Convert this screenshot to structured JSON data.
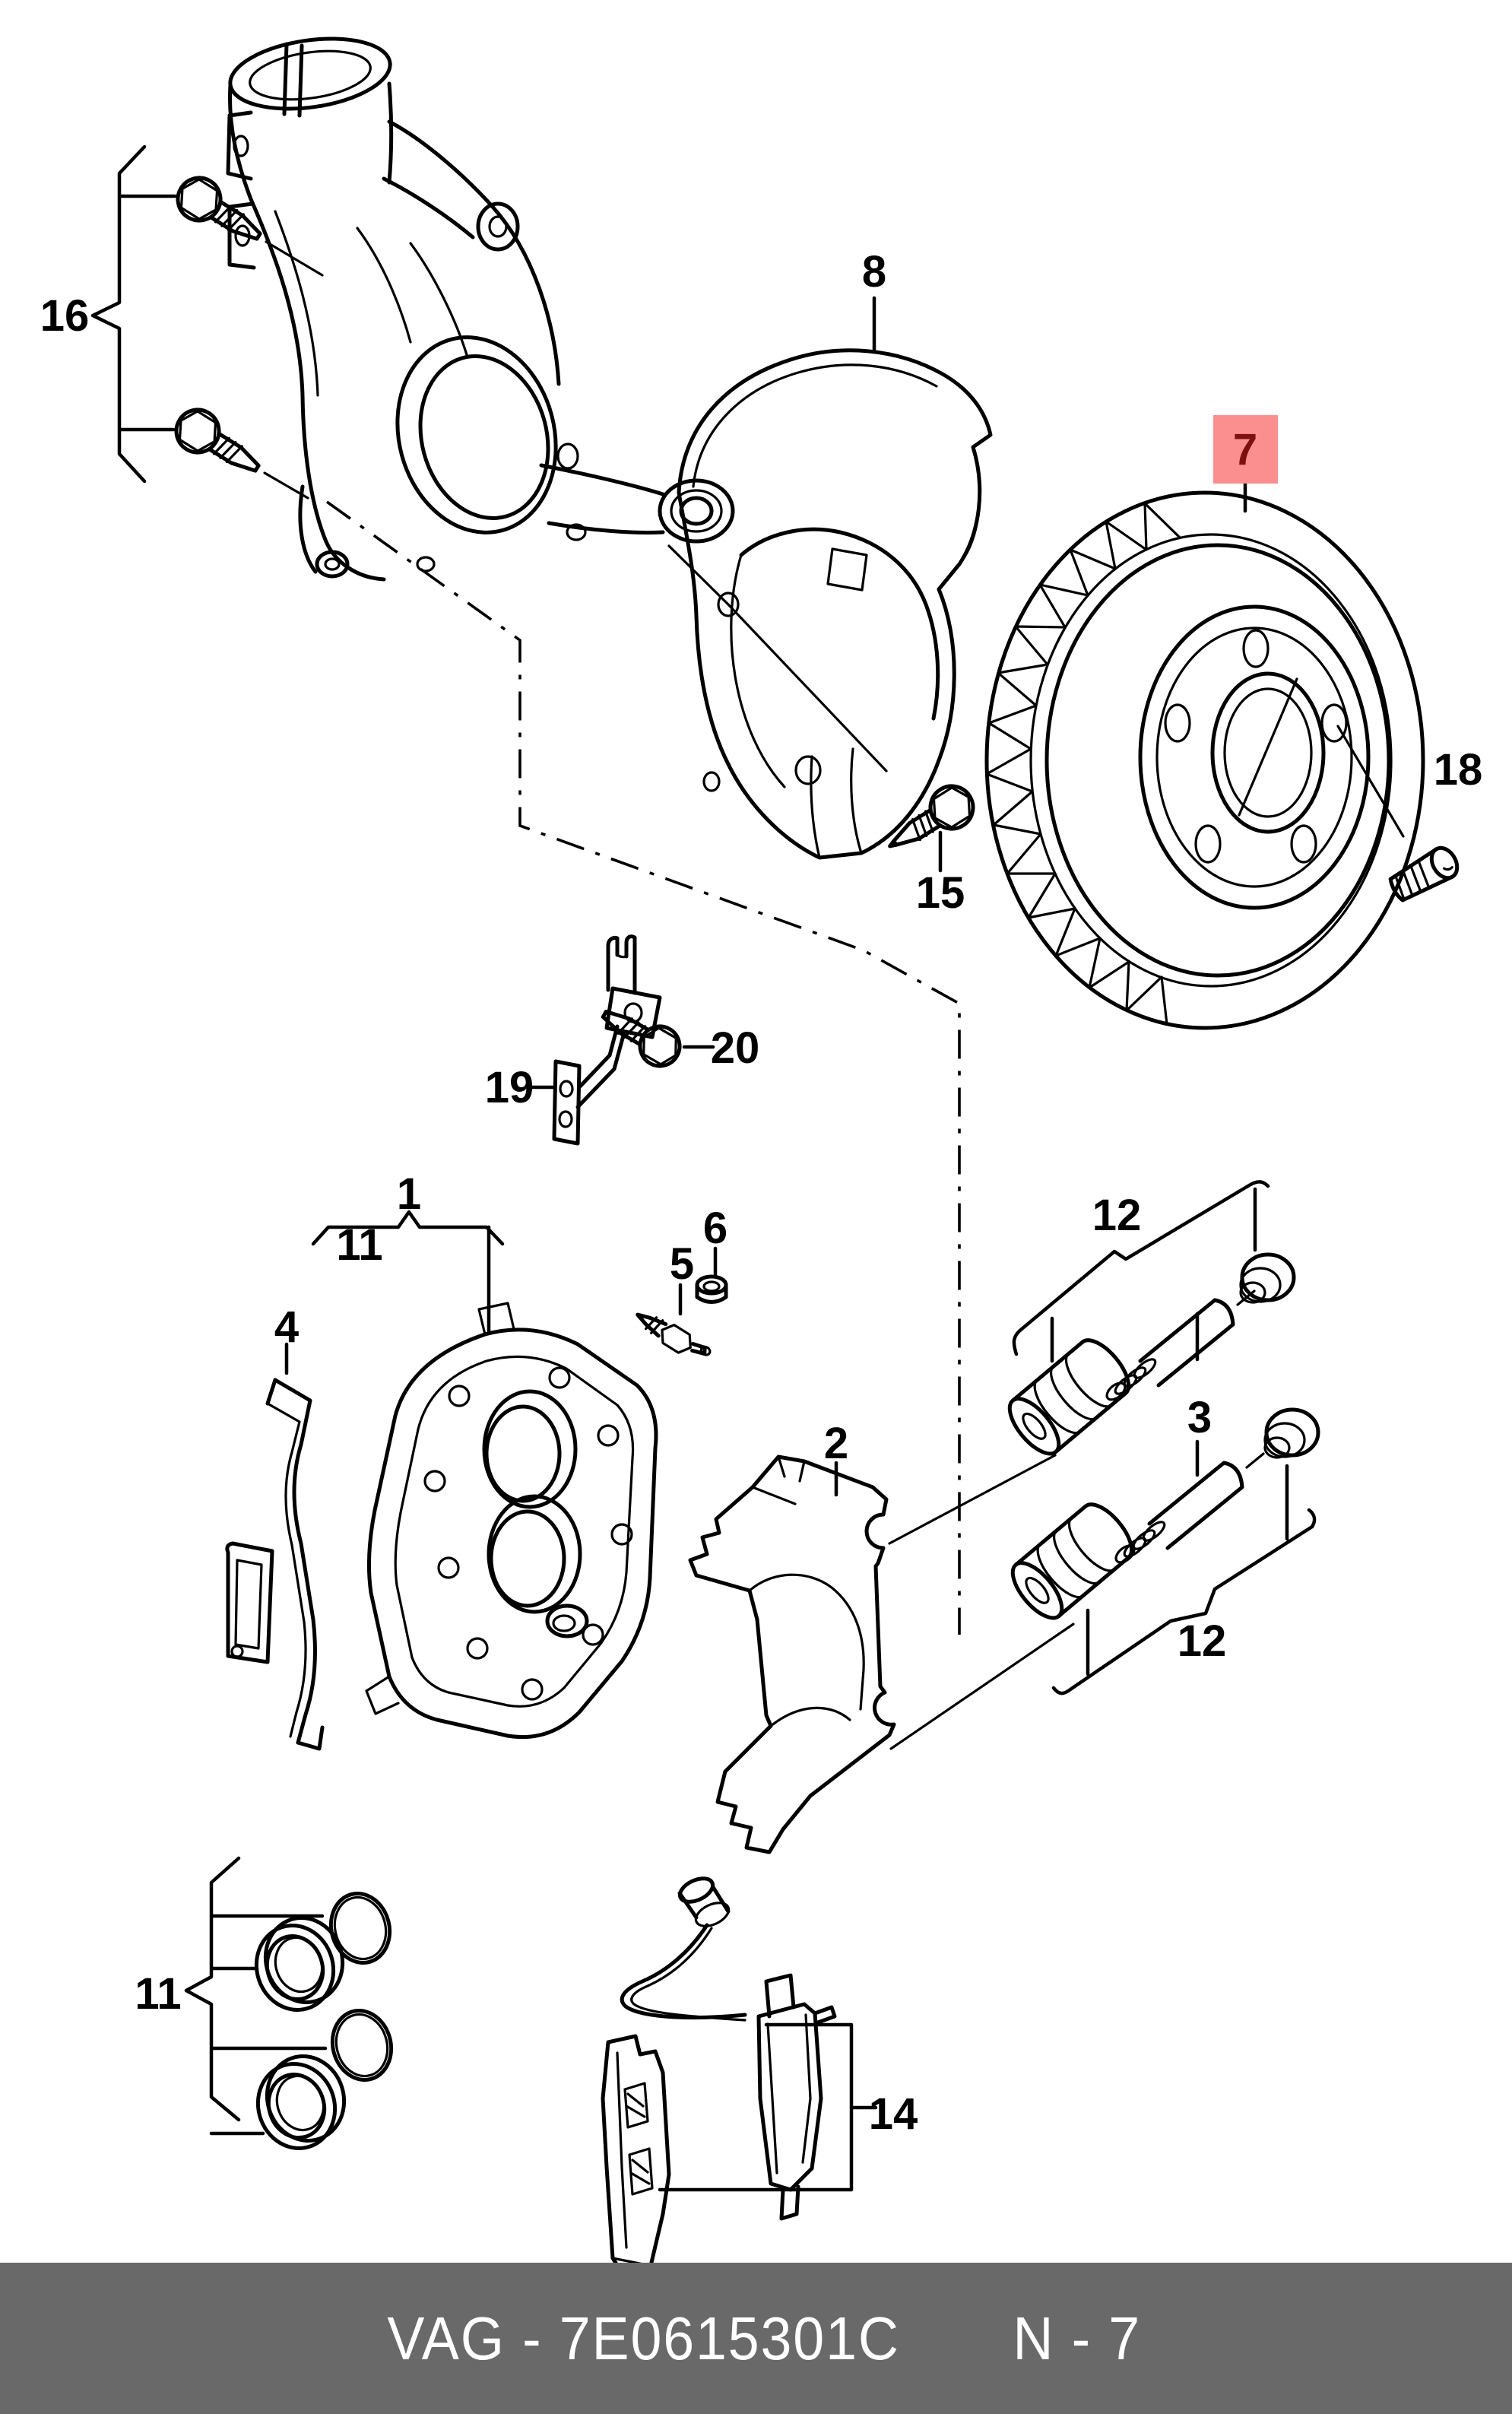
{
  "diagram_type": "exploded-parts-diagram",
  "subject": "front brake assembly line drawing",
  "colors": {
    "line": "#000000",
    "background": "#ffffff",
    "highlight_box": "#fb8f8f",
    "highlight_text": "#7d0f0f",
    "footer_bar": "#696969",
    "footer_text": "#ffffff"
  },
  "callouts": [
    {
      "id": "16",
      "label": "16",
      "highlighted": false
    },
    {
      "id": "8",
      "label": "8",
      "highlighted": false
    },
    {
      "id": "7",
      "label": "7",
      "highlighted": true
    },
    {
      "id": "15",
      "label": "15",
      "highlighted": false
    },
    {
      "id": "18",
      "label": "18",
      "highlighted": false
    },
    {
      "id": "19",
      "label": "19",
      "highlighted": false
    },
    {
      "id": "20",
      "label": "20",
      "highlighted": false
    },
    {
      "id": "1",
      "label": "1",
      "highlighted": false
    },
    {
      "id": "11a",
      "label": "11",
      "highlighted": false
    },
    {
      "id": "4",
      "label": "4",
      "highlighted": false
    },
    {
      "id": "6",
      "label": "6",
      "highlighted": false
    },
    {
      "id": "5",
      "label": "5",
      "highlighted": false
    },
    {
      "id": "2",
      "label": "2",
      "highlighted": false
    },
    {
      "id": "12a",
      "label": "12",
      "highlighted": false
    },
    {
      "id": "3",
      "label": "3",
      "highlighted": false
    },
    {
      "id": "12b",
      "label": "12",
      "highlighted": false
    },
    {
      "id": "11b",
      "label": "11",
      "highlighted": false
    },
    {
      "id": "14",
      "label": "14",
      "highlighted": false
    }
  ],
  "footer": {
    "catalog_code": "VAG - 7E0615301C",
    "page_code": "N - 7"
  }
}
